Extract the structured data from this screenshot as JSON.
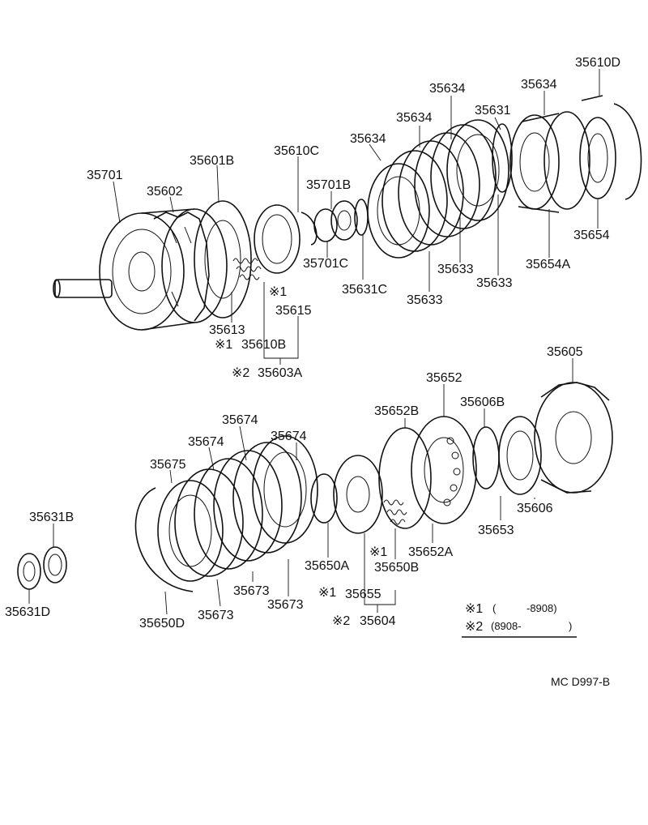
{
  "labels": {
    "p35610D": "35610D",
    "p35634a": "35634",
    "p35634b": "35634",
    "p35634c": "35634",
    "p35634d": "35634",
    "p35631": "35631",
    "p35610C": "35610C",
    "p35701B": "35701B",
    "p35601B": "35601B",
    "p35701": "35701",
    "p35602": "35602",
    "p35654": "35654",
    "p35654A": "35654A",
    "p35701C": "35701C",
    "p35631C": "35631C",
    "p35633a": "35633",
    "p35633b": "35633",
    "p35633c": "35633",
    "mark1_upper": "※1",
    "p35615": "35615",
    "p35613": "35613",
    "mark1_35610B": "※1",
    "p35610B": "35610B",
    "mark2_35603A": "※2",
    "p35603A": "35603A",
    "p35605": "35605",
    "p35652": "35652",
    "p35652B": "35652B",
    "p35606B": "35606B",
    "p35674a": "35674",
    "p35674b": "35674",
    "p35674c": "35674",
    "p35675": "35675",
    "p35631B": "35631B",
    "p35606": "35606",
    "p35653": "35653",
    "p35652A": "35652A",
    "mark1_lower": "※1",
    "p35650B": "35650B",
    "p35650A": "35650A",
    "p35673a": "35673",
    "p35673b": "35673",
    "p35673c": "35673",
    "mark1_35655": "※1",
    "p35655": "35655",
    "mark2_35604": "※2",
    "p35604": "35604",
    "p35631D": "35631D",
    "p35650D": "35650D"
  },
  "legend": {
    "mark1": "※1",
    "range1_open": "(",
    "range1_value": "-8908)",
    "mark2": "※2",
    "range2_value": "(8908-",
    "range2_close": ")"
  },
  "figure_code": "MC  D997-B"
}
